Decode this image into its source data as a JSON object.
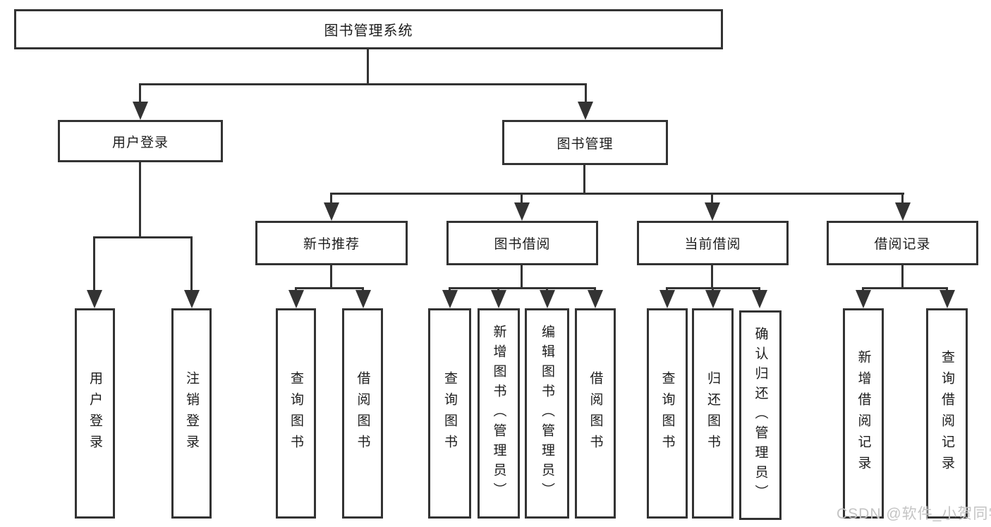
{
  "diagram_title": "图书管理系统",
  "tree": {
    "label": "图书管理系统",
    "children": [
      {
        "label": "用户登录",
        "children": [
          {
            "label": "用户登录"
          },
          {
            "label": "注销登录"
          }
        ]
      },
      {
        "label": "图书管理",
        "children": [
          {
            "label": "新书推荐",
            "children": [
              {
                "label": "查询图书"
              },
              {
                "label": "借阅图书"
              }
            ]
          },
          {
            "label": "图书借阅",
            "children": [
              {
                "label": "查询图书"
              },
              {
                "label": "新增图书（管理员）"
              },
              {
                "label": "编辑图书（管理员）"
              },
              {
                "label": "借阅图书"
              }
            ]
          },
          {
            "label": "当前借阅",
            "children": [
              {
                "label": "查询图书"
              },
              {
                "label": "归还图书"
              },
              {
                "label": "确认归还（管理员）"
              }
            ]
          },
          {
            "label": "借阅记录",
            "children": [
              {
                "label": "新增借阅记录"
              },
              {
                "label": "查询借阅记录"
              }
            ]
          }
        ]
      }
    ]
  },
  "watermark": "CSDN @软件_小贺同学",
  "colors": {
    "line": "#333333",
    "box_border": "#333333",
    "box_fill": "#ffffff",
    "text": "#1d1d1d",
    "watermark": "#c4c4c4",
    "background": "#ffffff"
  }
}
